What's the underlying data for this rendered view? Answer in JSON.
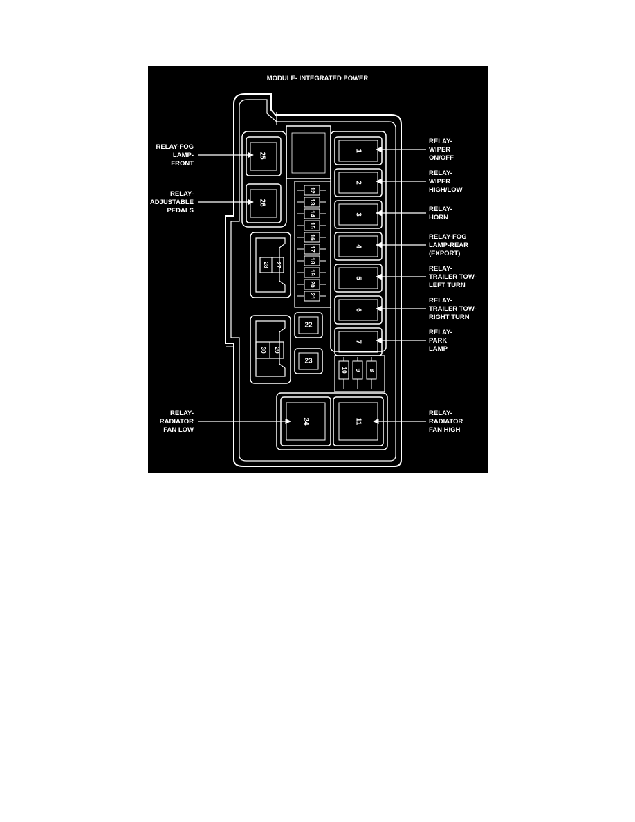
{
  "title": "MODULE- INTEGRATED POWER",
  "colors": {
    "background": "#000000",
    "line": "#ffffff",
    "page": "#ffffff"
  },
  "relays_right": [
    {
      "number": "1",
      "lines": [
        "RELAY-",
        "WIPER",
        "ON/OFF"
      ]
    },
    {
      "number": "2",
      "lines": [
        "RELAY-",
        "WIPER",
        "HIGH/LOW"
      ]
    },
    {
      "number": "3",
      "lines": [
        "RELAY-",
        "HORN"
      ]
    },
    {
      "number": "4",
      "lines": [
        "RELAY-FOG",
        "LAMP-REAR",
        "(EXPORT)"
      ]
    },
    {
      "number": "5",
      "lines": [
        "RELAY-",
        "TRAILER TOW-",
        "LEFT TURN"
      ]
    },
    {
      "number": "6",
      "lines": [
        "RELAY-",
        "TRAILER TOW-",
        "RIGHT TURN"
      ]
    },
    {
      "number": "7",
      "lines": [
        "RELAY-",
        "PARK",
        "LAMP"
      ]
    }
  ],
  "relays_left": [
    {
      "number": "25",
      "lines": [
        "RELAY-FOG",
        "LAMP-",
        "FRONT"
      ]
    },
    {
      "number": "26",
      "lines": [
        "RELAY-",
        "ADJUSTABLE",
        "PEDALS"
      ]
    }
  ],
  "relays_bottom": [
    {
      "number": "24",
      "lines": [
        "RELAY-",
        "RADIATOR",
        "FAN LOW"
      ]
    },
    {
      "number": "11",
      "lines": [
        "RELAY-",
        "RADIATOR",
        "FAN HIGH"
      ]
    }
  ],
  "mini_fuses": [
    "12",
    "13",
    "14",
    "15",
    "16",
    "17",
    "18",
    "19",
    "20",
    "21"
  ],
  "bottom_fuses": [
    "10",
    "9",
    "8"
  ],
  "cartridge_fuses_upper": [
    "28",
    "27"
  ],
  "cartridge_fuses_lower": [
    "30",
    "29"
  ],
  "square_fuses": [
    "22",
    "23"
  ]
}
